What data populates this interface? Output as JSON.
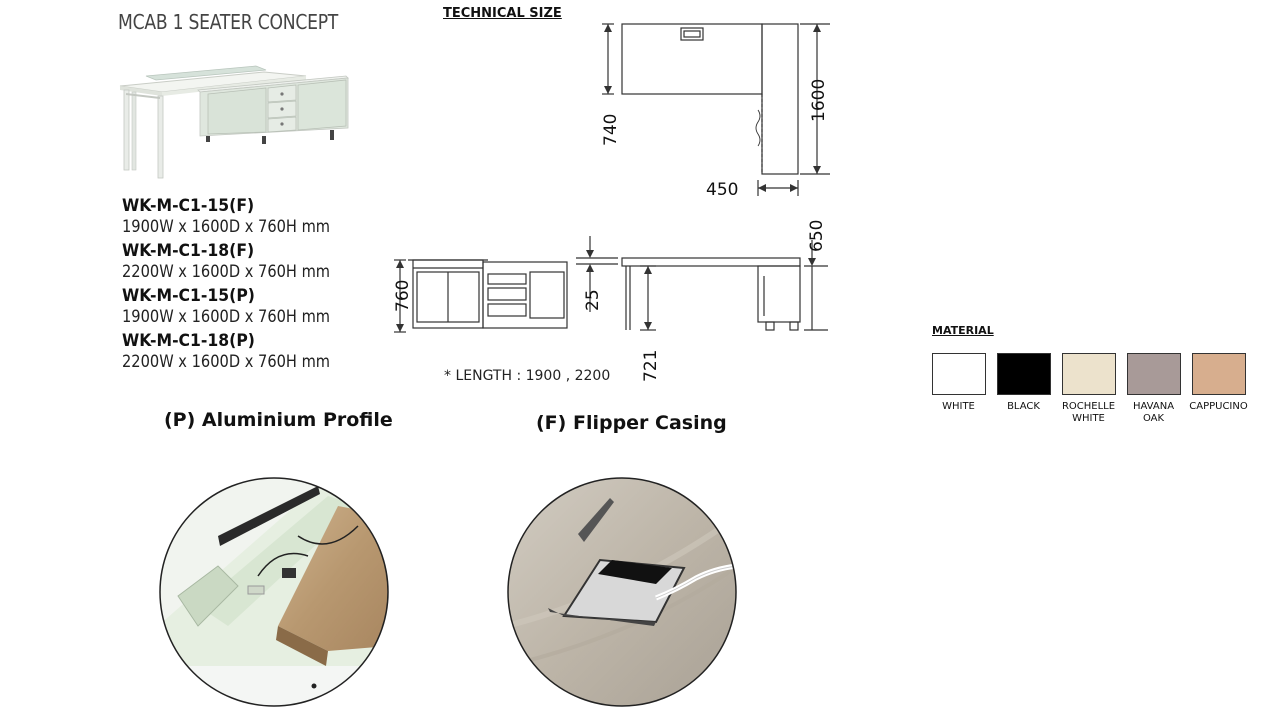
{
  "page": {
    "title": "MCAB  1 SEATER CONCEPT"
  },
  "models": [
    {
      "code": "WK-M-C1-15(F)",
      "size": "1900W x 1600D x 760H mm"
    },
    {
      "code": "WK-M-C1-18(F)",
      "size": "2200W x 1600D x 760H mm"
    },
    {
      "code": "WK-M-C1-15(P)",
      "size": "1900W x 1600D x 760H mm"
    },
    {
      "code": "WK-M-C1-18(P)",
      "size": "2200W x 1600D x 760H mm"
    }
  ],
  "technical": {
    "heading": "TECHNICAL SIZE",
    "dims": {
      "d740": "740",
      "d1600": "1600",
      "d450": "450",
      "d650": "650",
      "d760": "760",
      "d25": "25",
      "d721": "721"
    },
    "length_note": "* LENGTH : 1900 , 2200"
  },
  "features": {
    "profile_caption": "(P) Aluminium Profile",
    "flipper_caption": "(F) Flipper Casing"
  },
  "material": {
    "heading": "MATERIAL",
    "swatches": [
      {
        "label": "WHITE",
        "color": "#ffffff"
      },
      {
        "label": "BLACK",
        "color": "#000000"
      },
      {
        "label": "ROCHELLE\nWHITE",
        "color": "#ece2cc"
      },
      {
        "label": "HAVANA\nOAK",
        "color": "#a89a98"
      },
      {
        "label": "CAPPUCINO",
        "color": "#d7ae8e"
      }
    ]
  }
}
